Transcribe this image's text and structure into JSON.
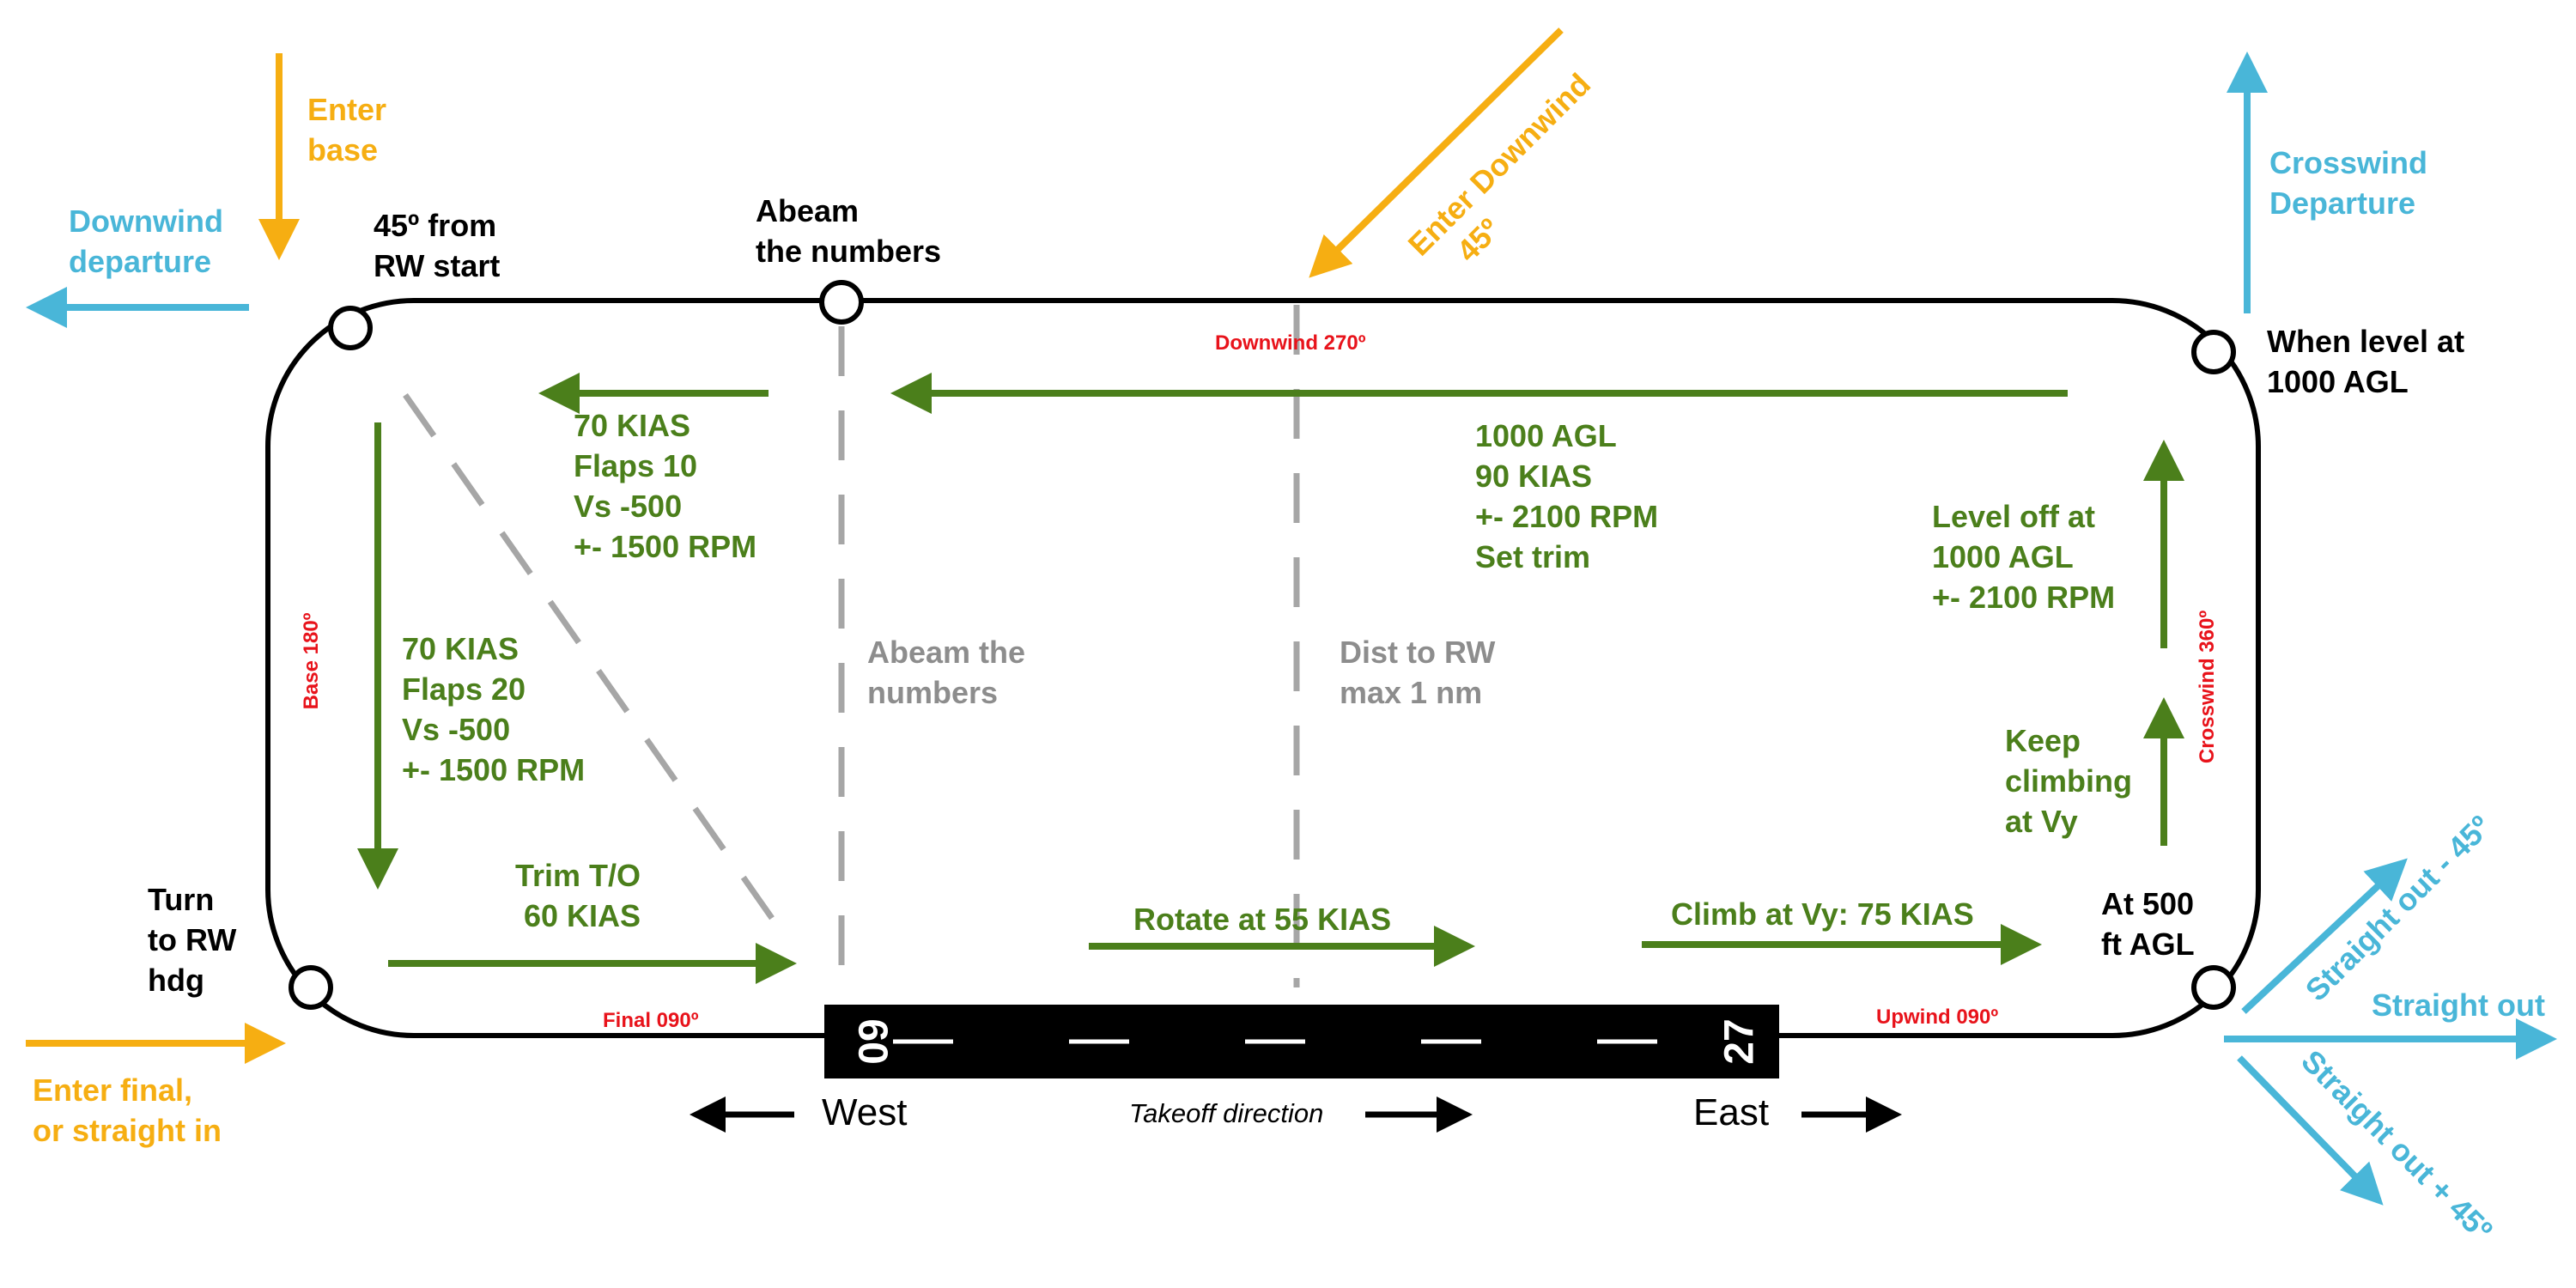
{
  "colors": {
    "green": "#4b7f1b",
    "gray": "#8d8d8d",
    "orange": "#f6ae12",
    "blue": "#49b6d8",
    "red": "#e8131b",
    "black": "#000000"
  },
  "legs": {
    "downwind": "Downwind 270º",
    "base": "Base 180º",
    "final": "Final 090º",
    "upwind": "Upwind 090º",
    "crosswind": "Crosswind 360º"
  },
  "checkpoints": {
    "rw45": [
      "45º from",
      "RW start"
    ],
    "abeam": [
      "Abeam",
      "the numbers"
    ],
    "level": [
      "When level at",
      "1000 AGL"
    ],
    "turn_rw": [
      "Turn",
      "to RW",
      "hdg"
    ],
    "at500": [
      "At 500",
      "ft AGL"
    ]
  },
  "instructions": {
    "pre_base": [
      "70 KIAS",
      "Flaps 10",
      "Vs -500",
      "+- 1500 RPM"
    ],
    "base": [
      "70 KIAS",
      "Flaps 20",
      "Vs -500",
      "+- 1500 RPM"
    ],
    "final": [
      "Trim T/O",
      "60 KIAS"
    ],
    "downwind": [
      "1000 AGL",
      "90 KIAS",
      "+- 2100 RPM",
      "Set trim"
    ],
    "level_off": [
      "Level off at",
      "1000 AGL",
      "+- 2100 RPM"
    ],
    "keep_climb": [
      "Keep",
      "climbing",
      "at Vy"
    ],
    "rotate": "Rotate at 55 KIAS",
    "climb": "Climb at Vy: 75 KIAS"
  },
  "guides": {
    "abeam": [
      "Abeam the",
      "numbers"
    ],
    "dist": [
      "Dist to RW",
      "max 1 nm"
    ]
  },
  "entries": {
    "enter_base": [
      "Enter",
      "base"
    ],
    "enter_downwind": [
      "Enter Downwind",
      "45º"
    ],
    "enter_final": [
      "Enter final,",
      "or straight in"
    ]
  },
  "departures": {
    "downwind": [
      "Downwind",
      "departure"
    ],
    "crosswind": [
      "Crosswind",
      "Departure"
    ],
    "straight_minus": "Straight out - 45º",
    "straight": "Straight out",
    "straight_plus": "Straight out + 45º"
  },
  "runway": {
    "left_number": "09",
    "right_number": "27"
  },
  "directions": {
    "west": "West",
    "east": "East",
    "takeoff": "Takeoff direction"
  }
}
